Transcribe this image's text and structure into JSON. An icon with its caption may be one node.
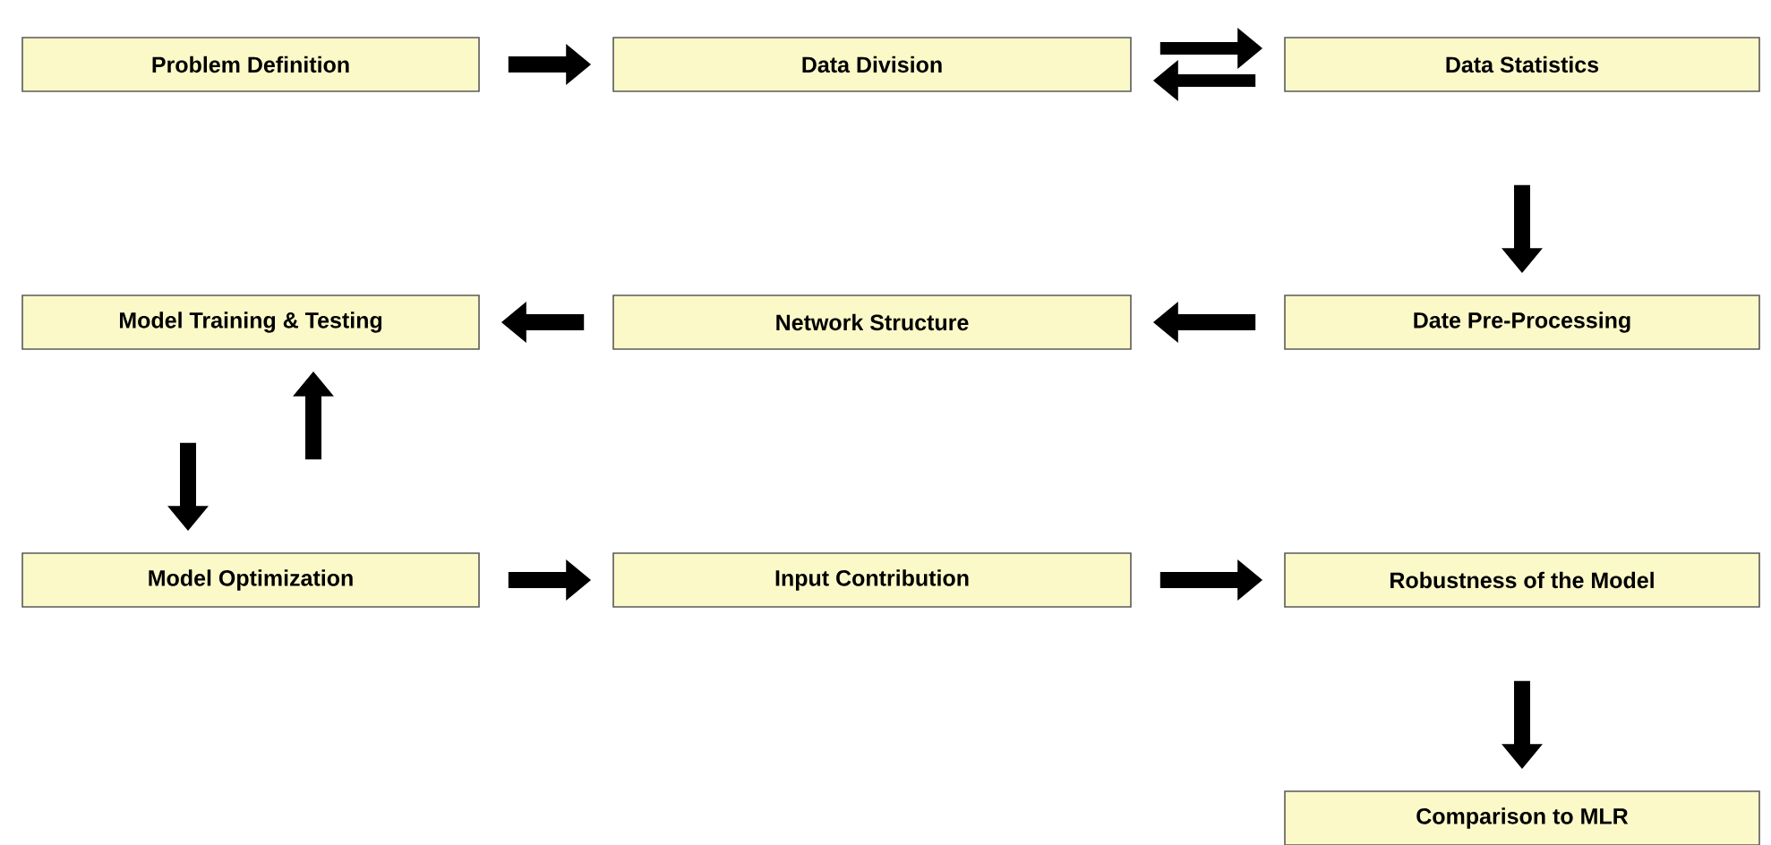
{
  "diagram": {
    "nodes": [
      {
        "text": [
          "Problem Definition"
        ]
      },
      {
        "text": [
          "Data Division"
        ]
      },
      {
        "text": [
          "Data Statistics"
        ]
      },
      {
        "text": [
          "Model  Training & Testing"
        ]
      },
      {
        "text": [
          "Network Structure"
        ]
      },
      {
        "text": [
          "Date Pre-Processing"
        ]
      },
      {
        "text": [
          "Model Optimization"
        ]
      },
      {
        "text": [
          "Input Contribution"
        ]
      },
      {
        "text": [
          "Robustness of the Model"
        ]
      },
      {
        "text": [
          "Comparison to MLR"
        ]
      }
    ],
    "edges": [
      {
        "from": 0,
        "to": 1,
        "arrow": "to"
      },
      {
        "from": 1,
        "to": 2,
        "arrow": "to"
      },
      {
        "from": 2,
        "to": 1,
        "arrow": "to"
      },
      {
        "from": 2,
        "to": 5,
        "arrow": "to"
      },
      {
        "from": 5,
        "to": 4,
        "arrow": "to"
      },
      {
        "from": 4,
        "to": 3,
        "arrow": "to"
      },
      {
        "from": 3,
        "to": 6,
        "arrow": "to"
      },
      {
        "from": 6,
        "to": 3,
        "arrow": "to"
      },
      {
        "from": 6,
        "to": 7,
        "arrow": "to"
      },
      {
        "from": 7,
        "to": 8,
        "arrow": "to"
      },
      {
        "from": 8,
        "to": 9,
        "arrow": "to"
      }
    ]
  }
}
